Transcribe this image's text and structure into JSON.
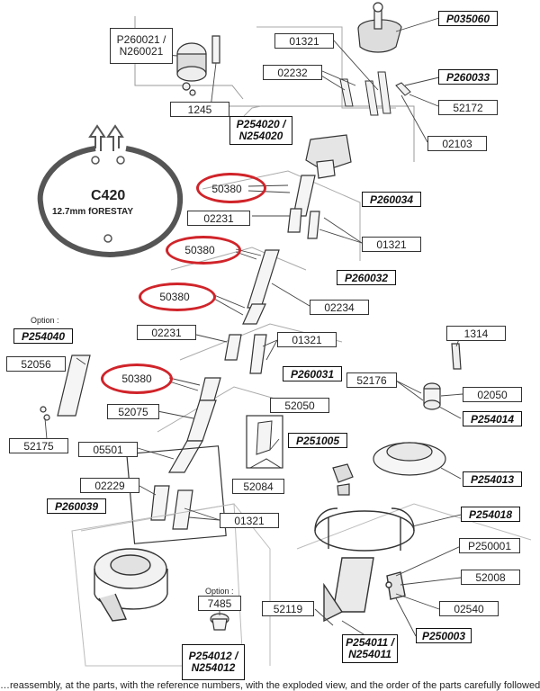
{
  "labels": {
    "p035060": "P035060",
    "l01321_top": "01321",
    "p260021_a": "P260021 /",
    "p260021_b": "N260021",
    "l02232": "02232",
    "p260033": "P260033",
    "l52172": "52172",
    "l1245": "1245",
    "p254020_a": "P254020 /",
    "p254020_b": "N254020",
    "l02103": "02103",
    "c420_title": "C420",
    "c420_sub": "12.7mm fORESTAY",
    "l50380_1": "50380",
    "p260034": "P260034",
    "l02231_a": "02231",
    "l01321_b": "01321",
    "l50380_2": "50380",
    "p260032": "P260032",
    "l50380_3": "50380",
    "l02234": "02234",
    "option1": "Option :",
    "p254040": "P254040",
    "l02231_b": "02231",
    "l01321_c": "01321",
    "l1314": "1314",
    "l52056": "52056",
    "l50380_4": "50380",
    "p260031": "P260031",
    "l52176": "52176",
    "l02050": "02050",
    "l52075": "52075",
    "l52050": "52050",
    "p254014": "P254014",
    "l52175": "52175",
    "p251005": "P251005",
    "l05501": "05501",
    "l52084": "52084",
    "p254013": "P254013",
    "l02229": "02229",
    "p260039": "P260039",
    "l01321_d": "01321",
    "p254018": "P254018",
    "p250001": "P250001",
    "l52008": "52008",
    "option2": "Option :",
    "l7485": "7485",
    "l52119": "52119",
    "l02540": "02540",
    "p254011_a": "P254011 /",
    "p254011_b": "N254011",
    "p250003": "P250003",
    "p254012_a": "P254012 /",
    "p254012_b": "N254012"
  },
  "caption": "…reassembly, at the parts, with the reference numbers, with the exploded view, and the order of the parts carefully followed…",
  "colors": {
    "highlight": "#d0242a",
    "line": "#444444",
    "border": "#333333"
  }
}
